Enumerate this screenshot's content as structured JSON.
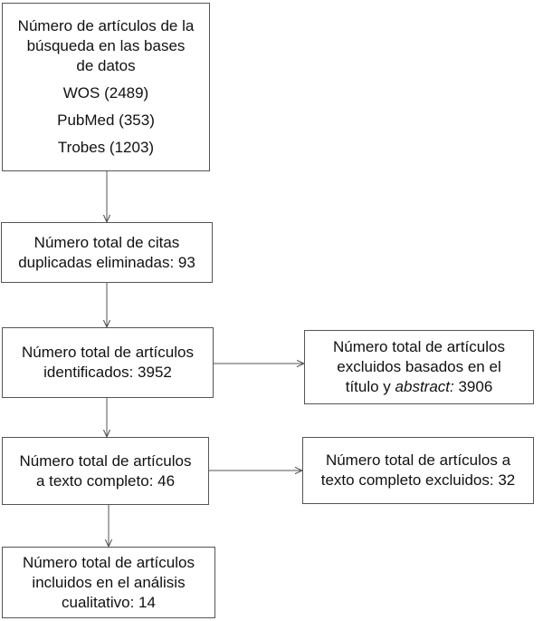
{
  "diagram": {
    "search_box": {
      "title_lines": [
        "Número de artículos de la",
        "búsqueda en las bases",
        "de datos"
      ],
      "sources": [
        "WOS (2489)",
        "PubMed (353)",
        "Trobes (1203)"
      ]
    },
    "duplicates_box": {
      "lines": [
        "Número total de citas",
        "duplicadas eliminadas: 93"
      ]
    },
    "identified_box": {
      "lines": [
        "Número total de artículos",
        "identificados: 3952"
      ]
    },
    "excluded_title_box": {
      "line1": "Número total de artículos",
      "line2": "excluidos basados en el",
      "line3_prefix": "título y ",
      "line3_italic": "abstract:",
      "line3_suffix": " 3906"
    },
    "fulltext_box": {
      "lines": [
        "Número total de artículos",
        "a texto completo: 46"
      ]
    },
    "excluded_fulltext_box": {
      "lines": [
        "Número total de artículos a",
        "texto completo excluidos: 32"
      ]
    },
    "included_box": {
      "lines": [
        "Número total de artículos",
        "incluidos en el análisis",
        "cualitativo: 14"
      ]
    }
  }
}
